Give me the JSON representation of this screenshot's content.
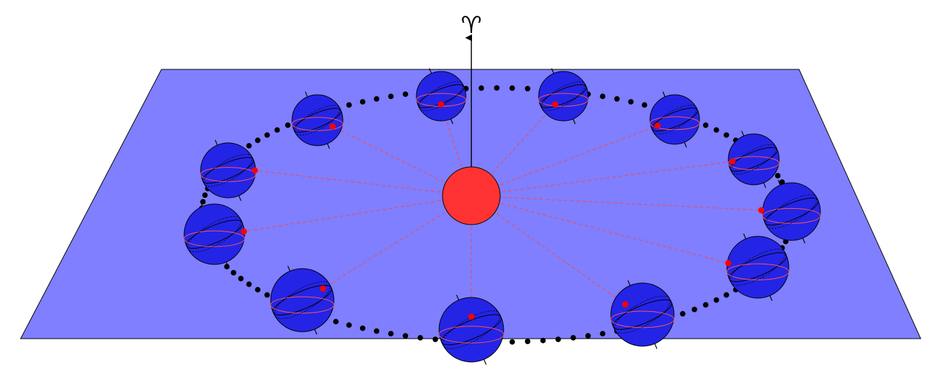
{
  "diagram": {
    "direction_symbol": "♈",
    "colors": {
      "background": "#ffffff",
      "plane": "#7f7fff",
      "sun": "#ff3333",
      "earth": "#2424e6",
      "equator": "#ff5555",
      "marker": "#ff0000",
      "orbit": "#000000",
      "sun_ray": "#ff4444"
    },
    "earth_positions": 12,
    "orbit_style": "dotted",
    "rays": "dashed"
  }
}
